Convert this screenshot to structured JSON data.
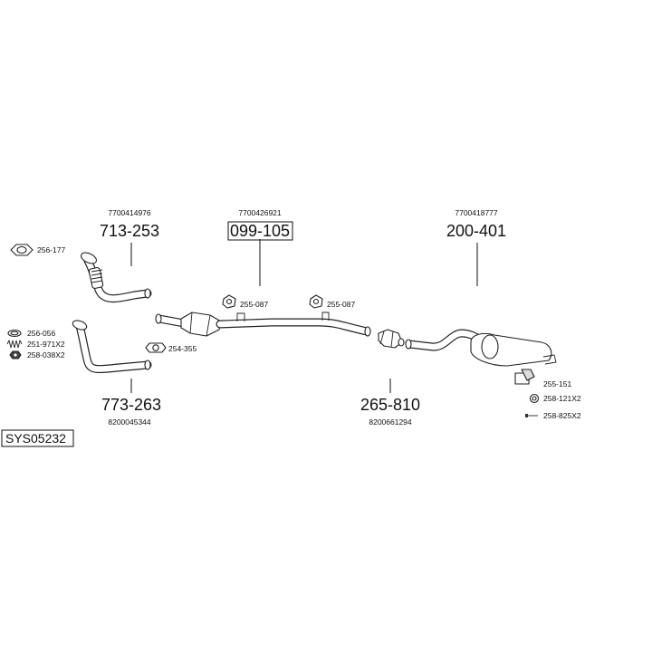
{
  "diagram": {
    "system_code": "SYS05232",
    "assemblies": {
      "front_pipe_upper": {
        "part_number": "713-253",
        "oem_number": "7700414976"
      },
      "catalytic_converter": {
        "part_number": "099-105",
        "oem_number": "7700426921"
      },
      "rear_silencer": {
        "part_number": "200-401",
        "oem_number": "7700418777"
      },
      "front_pipe_lower": {
        "part_number": "773-263",
        "oem_number": "8200045344"
      },
      "middle_pipe": {
        "part_number": "265-810",
        "oem_number": "8200661294"
      }
    },
    "fittings": {
      "gasket_front": "256-177",
      "clamp_cat_left": "255-087",
      "clamp_cat_right": "255-087",
      "ring_256": "256-056",
      "spring_251": "251-971X2",
      "nut_258": "258-038X2",
      "gasket_254": "254-355",
      "rubber_255": "255-151",
      "washer_258": "258-121X2",
      "bolt_258": "258-825X2"
    }
  }
}
